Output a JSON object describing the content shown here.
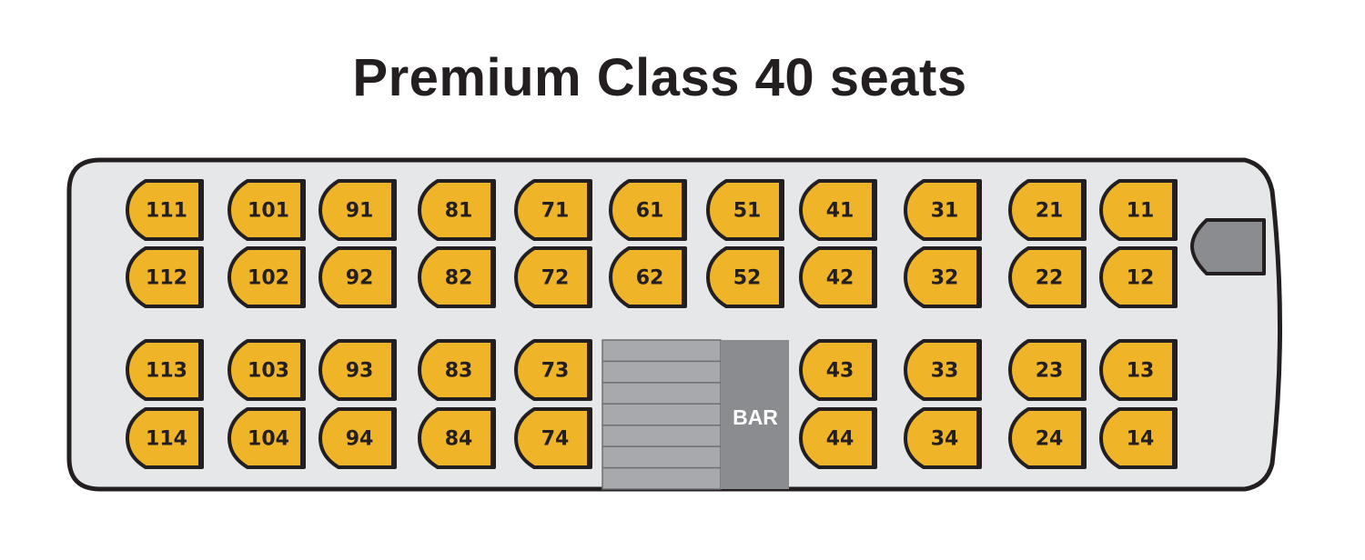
{
  "title": "Premium Class 40 seats",
  "colors": {
    "seat_fill": "#f0b429",
    "seat_outline": "#231f20",
    "bus_body": "#e6e7e8",
    "bus_outline": "#231f20",
    "stairs": "#a7a9ac",
    "bar": "#8a8c8f",
    "driver_seat": "#8a8c8f"
  },
  "seat_columns": [
    [
      "111",
      "112",
      "113",
      "114"
    ],
    [
      "101",
      "102",
      "103",
      "104"
    ],
    [
      "91",
      "92",
      "93",
      "94"
    ],
    [
      "81",
      "82",
      "83",
      "84"
    ],
    [
      "71",
      "72",
      "73",
      "74"
    ],
    [
      "61",
      "62",
      "",
      ""
    ],
    [
      "51",
      "52",
      "",
      ""
    ],
    [
      "41",
      "42",
      "43",
      "44"
    ],
    [
      "31",
      "32",
      "33",
      "34"
    ],
    [
      "21",
      "22",
      "23",
      "24"
    ],
    [
      "11",
      "12",
      "13",
      "14"
    ]
  ],
  "bar_label": "BAR",
  "icons": {
    "driver_seat": "driver-seat-icon",
    "stairs": "stairs-icon"
  }
}
